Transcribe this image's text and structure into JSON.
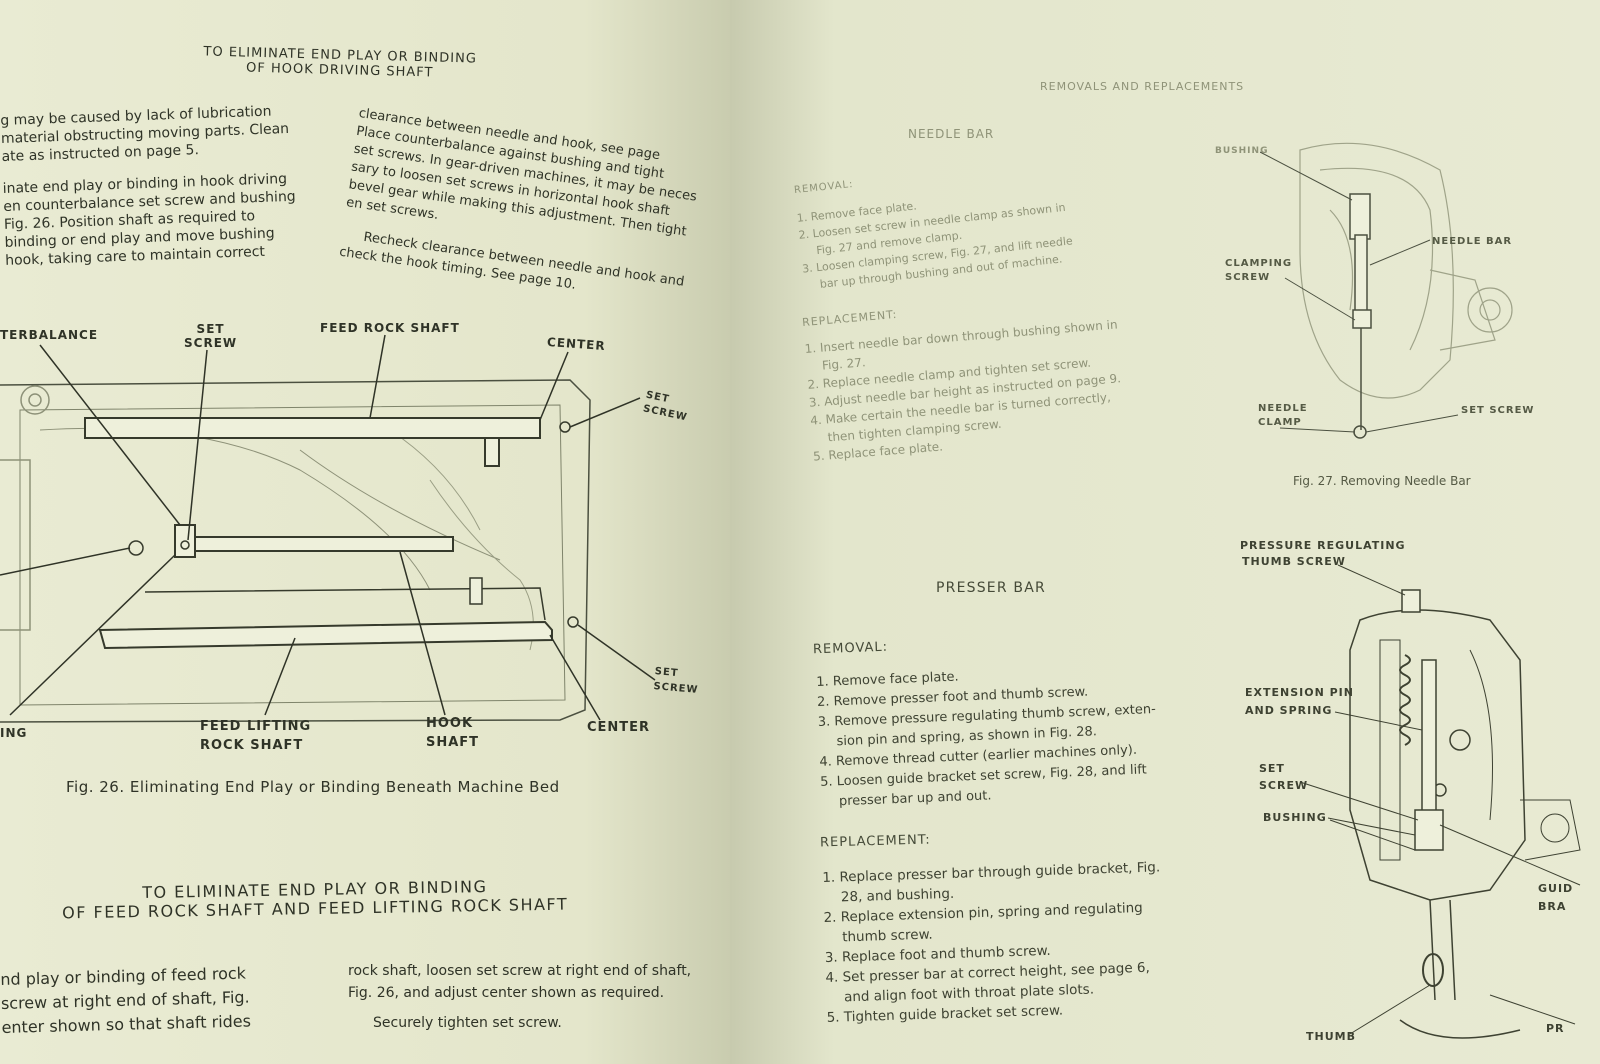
{
  "left_page": {
    "top_heading": [
      "TO ELIMINATE END PLAY OR BINDING",
      "OF HOOK DRIVING SHAFT"
    ],
    "col1": [
      "g may be caused by lack of lubrication",
      "material obstructing moving parts. Clean",
      "ate as instructed on page 5.",
      "",
      "inate end play or binding in hook driving",
      "en counterbalance set screw and bushing",
      "Fig. 26. Position shaft as required to",
      "binding or end play and move bushing",
      "hook, taking care to maintain correct"
    ],
    "col2": [
      "clearance between needle and hook, see page",
      "Place counterbalance against bushing and tight",
      "set screws. In gear-driven machines, it may be neces",
      "sary to loosen set screws in horizontal hook shaft",
      "bevel gear while making this adjustment. Then tight",
      "en set screws.",
      "",
      "Recheck clearance between needle and hook and",
      "check the hook timing. See page 10."
    ],
    "fig26_labels": {
      "counterbalance": "TERBALANCE",
      "set_screw_top": [
        "SET",
        "SCREW"
      ],
      "feed_rock_shaft": "FEED ROCK SHAFT",
      "center_top": "CENTER",
      "set_screw_right_top": [
        "SET",
        "SCREW"
      ],
      "set_screw_right_bottom": [
        "SET",
        "SCREW"
      ],
      "bushing": "ING",
      "feed_lifting_rock_shaft": [
        "FEED LIFTING",
        "ROCK SHAFT"
      ],
      "hook_shaft": [
        "HOOK",
        "SHAFT"
      ],
      "center_bottom": "CENTER"
    },
    "fig26_caption": "Fig. 26. Eliminating End Play or Binding Beneath Machine Bed",
    "bottom_heading": [
      "TO ELIMINATE END PLAY OR BINDING",
      "OF FEED ROCK SHAFT AND FEED LIFTING ROCK SHAFT"
    ],
    "bottom_col1": [
      "nd play or binding of feed rock",
      "screw at right end of shaft, Fig.",
      "enter shown so that shaft rides"
    ],
    "bottom_col2": [
      "rock shaft, loosen set screw at right end of shaft,",
      "Fig. 26, and adjust center shown as required.",
      "",
      "Securely tighten set screw."
    ]
  },
  "right_page": {
    "running_head": "REMOVALS AND REPLACEMENTS",
    "needle_bar": {
      "title": "NEEDLE BAR",
      "removal_label": "REMOVAL:",
      "removal_steps": [
        "1. Remove face plate.",
        "2. Loosen set screw in needle clamp as shown in",
        "Fig. 27 and remove clamp.",
        "3. Loosen clamping screw, Fig. 27, and lift needle",
        "bar up through bushing and out of machine."
      ],
      "replacement_label": "REPLACEMENT:",
      "replacement_steps": [
        "1. Insert needle bar down through bushing shown in",
        "Fig. 27.",
        "2. Replace needle clamp and tighten set screw.",
        "3. Adjust needle bar height as instructed on page 9.",
        "4. Make certain the needle bar is turned correctly,",
        "then tighten clamping screw.",
        "5. Replace face plate."
      ]
    },
    "fig27_labels": {
      "bushing": "BUSHING",
      "needle_bar": "NEEDLE BAR",
      "clamping_screw": [
        "CLAMPING",
        "SCREW"
      ],
      "needle_clamp": [
        "NEEDLE",
        "CLAMP"
      ],
      "set_screw": "SET SCREW"
    },
    "fig27_caption": "Fig. 27. Removing Needle Bar",
    "presser_bar": {
      "title": "PRESSER BAR",
      "removal_label": "REMOVAL:",
      "removal_steps": [
        "1. Remove face plate.",
        "2. Remove presser foot and thumb screw.",
        "3. Remove pressure regulating thumb screw, exten-",
        "sion pin and spring, as shown in Fig. 28.",
        "4. Remove thread cutter (earlier machines only).",
        "5. Loosen guide bracket set screw, Fig. 28, and lift",
        "presser bar up and out."
      ],
      "replacement_label": "REPLACEMENT:",
      "replacement_steps": [
        "1. Replace presser bar through guide bracket, Fig.",
        "28, and bushing.",
        "2. Replace extension pin, spring and regulating",
        "thumb screw.",
        "3. Replace foot and thumb screw.",
        "4. Set presser bar at correct height, see page 6,",
        "and align foot with throat plate slots.",
        "5. Tighten guide bracket set screw."
      ]
    },
    "fig28_labels": {
      "pressure_regulating": [
        "PRESSURE REGULATING",
        "THUMB SCREW"
      ],
      "extension_pin": [
        "EXTENSION PIN",
        "AND SPRING"
      ],
      "set_screw": [
        "SET",
        "SCREW"
      ],
      "bushing": "BUSHING",
      "guide_bracket": [
        "GUID",
        "BRA"
      ],
      "thumb": "THUMB",
      "pr": "PR"
    }
  }
}
